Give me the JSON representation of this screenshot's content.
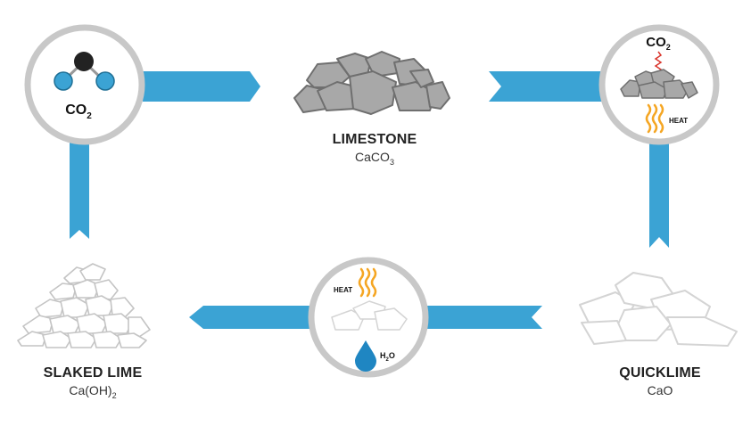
{
  "limestone": {
    "name": "LIMESTONE",
    "formula_base": "CaCO",
    "formula_sub": "3"
  },
  "quicklime": {
    "name": "QUICKLIME",
    "formula": "CaO"
  },
  "slaked_lime": {
    "name_part1": "SLAKED",
    "name_part2": "LIME",
    "formula_base": "Ca(OH)",
    "formula_sub": "2"
  },
  "co2_circle": {
    "label_base": "CO",
    "label_sub": "2"
  },
  "kiln_circle": {
    "co2_base": "CO",
    "co2_sub": "2",
    "heat": "HEAT"
  },
  "hydration_circle": {
    "heat": "HEAT",
    "water_base": "H",
    "water_sub": "2",
    "water_end": "O"
  },
  "colors": {
    "arrow": "#3ba3d4",
    "circle_ring": "#c8c8c8",
    "rock_dark": "#a8a8a8",
    "rock_outline": "#6f6f6f",
    "heat": "#f5a623",
    "co2_atom": "#3ba3d4",
    "carbon_atom": "#222222"
  }
}
